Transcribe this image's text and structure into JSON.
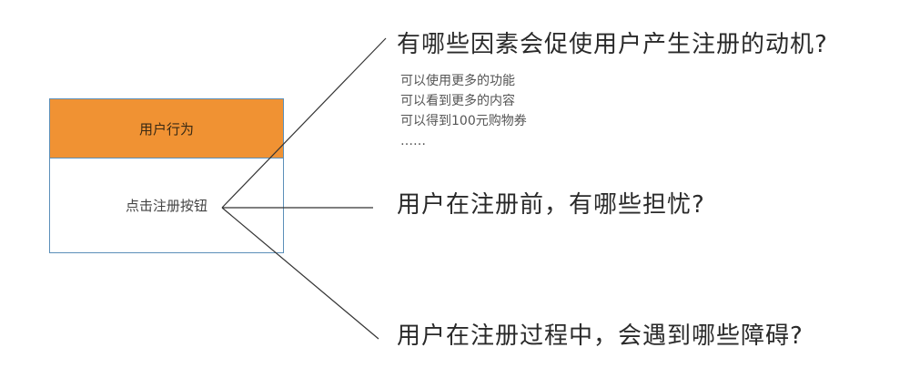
{
  "box": {
    "header": "用户行为",
    "body": "点击注册按钮"
  },
  "questions": {
    "q1": "有哪些因素会促使用户产生注册的动机?",
    "q1_items": [
      "可以使用更多的功能",
      "可以看到更多的内容",
      "可以得到100元购物券",
      "……"
    ],
    "q2": "用户在注册前，有哪些担忧?",
    "q3": "用户在注册过程中，会遇到哪些障碍?"
  },
  "colors": {
    "header_fill": "#f09233",
    "box_border": "#5b8fb9",
    "line": "#333333"
  }
}
